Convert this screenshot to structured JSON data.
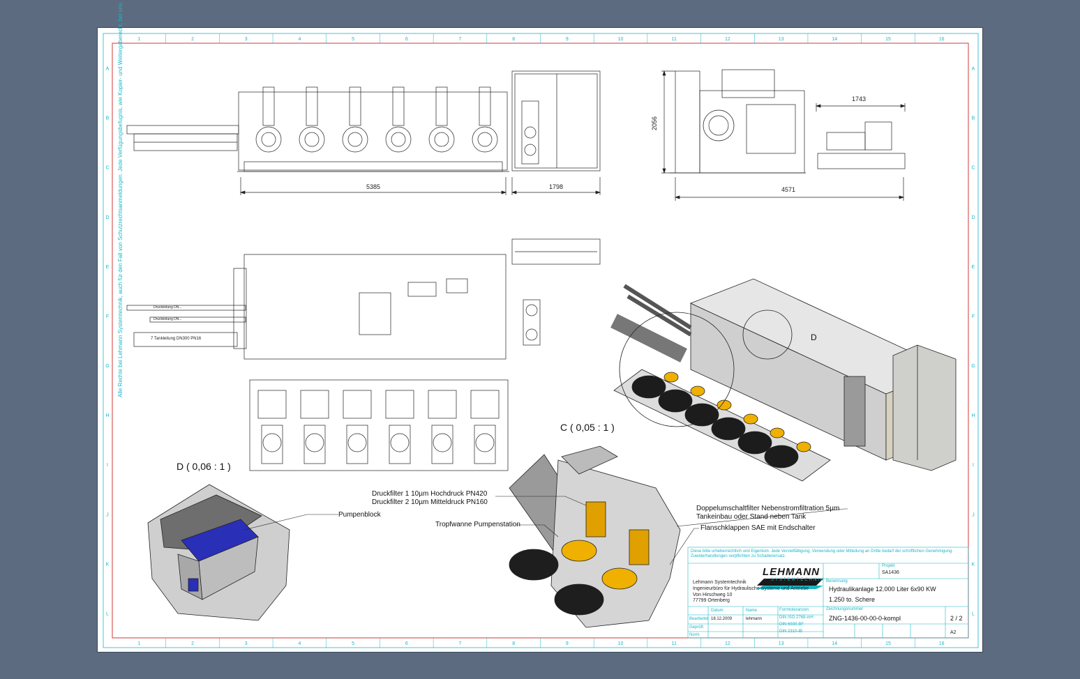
{
  "views": {
    "front": {
      "dim_length": "5385"
    },
    "side": {
      "dim_width": "1798"
    },
    "right": {
      "dim_height": "2056",
      "dim_length": "4571",
      "dim_detail": "1743"
    },
    "plan": {
      "pipe1": "Druckleitung DN...",
      "pipe2": "Druckleitung DN...",
      "pipe3": "7 Tankleitung DN300 PN16"
    }
  },
  "details": {
    "c_label": "C ( 0,05 : 1 )",
    "d_label": "D ( 0,06 : 1 )",
    "d_marker": "D",
    "pumpenblock": "Pumpenblock",
    "druckfilter1": "Druckfilter 1 10µm Hochdruck PN420",
    "druckfilter2": "Druckfilter 2 10µm Mitteldruck PN160",
    "tropfwanne": "Tropfwanne Pumpenstation",
    "doppel1": "Doppelumschaltfilter Nebenstromfiltration 5µm",
    "doppel2": "Tankeinbau oder Stand neben Tank",
    "flansch": "Flanschklappen SAE mit Endschalter"
  },
  "border": {
    "cols": [
      "1",
      "2",
      "3",
      "4",
      "5",
      "6",
      "7",
      "8",
      "9",
      "10",
      "11",
      "12",
      "13",
      "14",
      "15",
      "16"
    ],
    "rows": [
      "A",
      "B",
      "C",
      "D",
      "E",
      "F",
      "G",
      "H",
      "I",
      "J",
      "K",
      "L"
    ]
  },
  "side_text": "Alle Rechte bei Lehmann Systemtechnik, auch für den Fall von Schutzrechtsanmeldungen. Jede Verfügungsbefugnis, wie Kopier- und Weitergaberecht, bei uns.",
  "titleblock": {
    "logo_main": "LEHMANN",
    "logo_sub": "SYSTEMTECHNIK",
    "company": [
      "Lehmann Systemtechnik",
      "Ingenieurbüro für Hydraulische Systeme und Antriebe",
      "Von Hirschweg 10",
      "77799 Ortenberg"
    ],
    "projekt_label": "Projekt",
    "projekt_value": "SA1436",
    "benennung_label": "Benennung",
    "title1": "Hydraulikanlage 12.000 Liter 6x90 KW",
    "title2": "1.250 to. Schere",
    "zeichnung_label": "Zeichnungsnummer",
    "drawing_no": "ZNG-1436-00-00-0-kompl",
    "blatt": "2 / 2",
    "format": "A2",
    "datum_label": "Datum",
    "name_label": "Name",
    "bearb_label": "Bearbeitet",
    "bearb_date": "18.12.2009",
    "bearb_name": "lehmann",
    "gepr_label": "Geprüft",
    "norm_label": "Norm",
    "toleranz_label": "Formtoleranzen",
    "norms": [
      "DIN ISO 2768-mH",
      "DIN 6930-BF",
      "DIN 2310-IB"
    ],
    "note": "Diese bitte urheberrechtlich und Eigentum. Jede Vervielfältigung, Verwendung oder Mitteilung an Dritte bedarf der schriftlichen Genehmigung. Zuwiderhandlungen verpflichten zu Schadenersatz."
  }
}
